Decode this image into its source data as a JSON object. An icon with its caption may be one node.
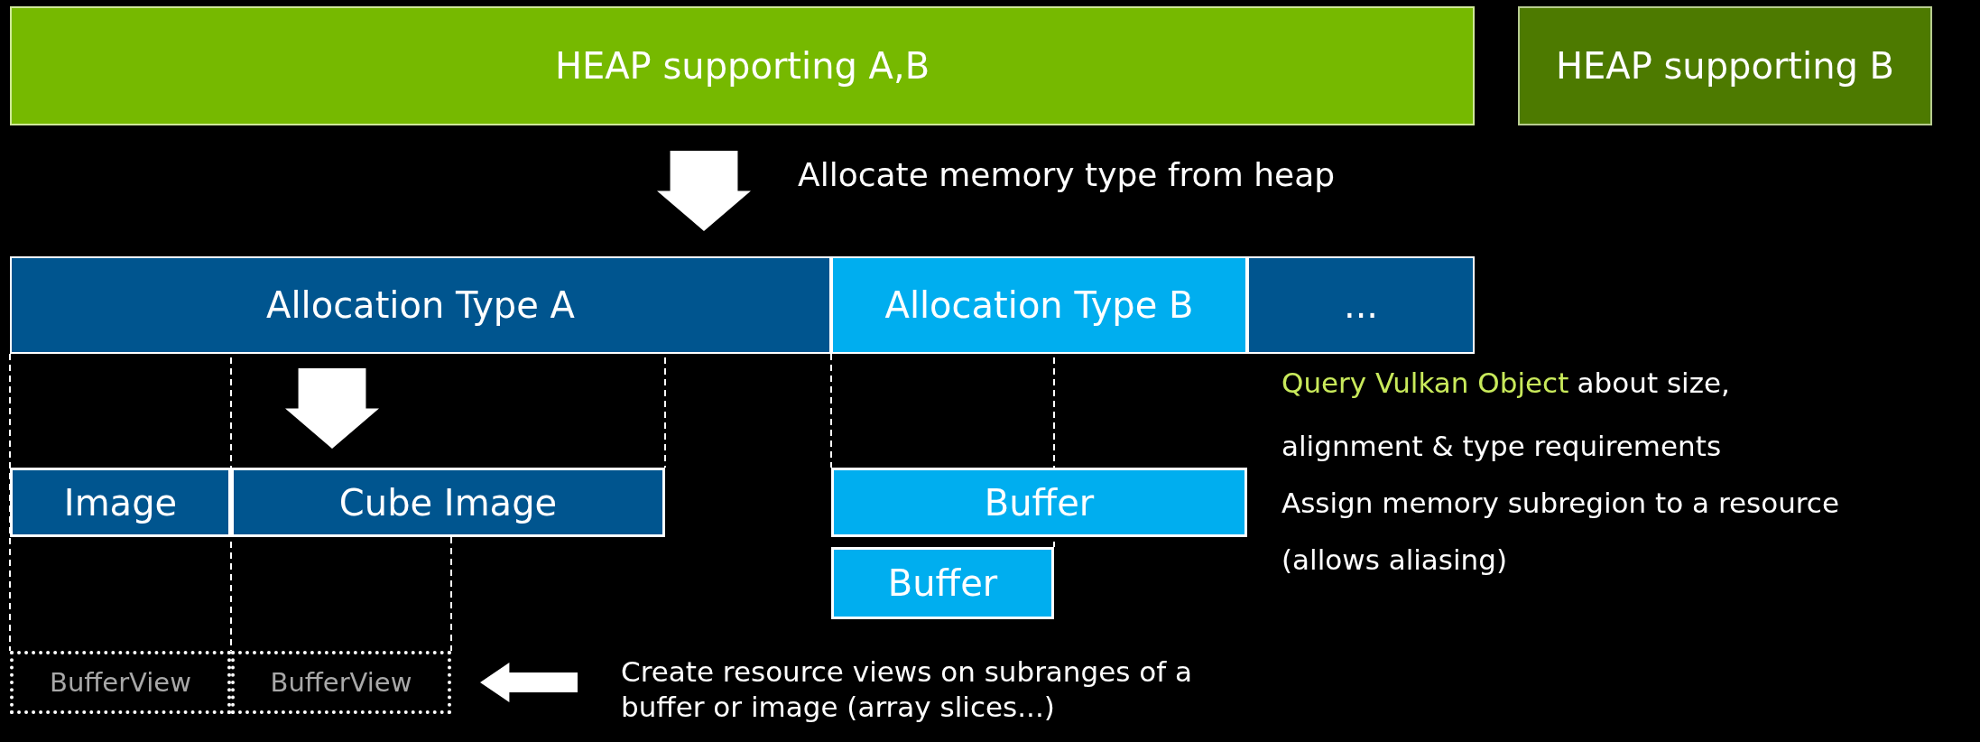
{
  "diagram": {
    "nodes": [
      {
        "text": [
          "HEAP supporting A,B"
        ]
      },
      {
        "text": [
          "HEAP supporting B"
        ]
      },
      {
        "text": [
          "Allocation Type A"
        ]
      },
      {
        "text": [
          "Allocation Type B"
        ]
      },
      {
        "text": [
          "..."
        ]
      },
      {
        "text": [
          "Image"
        ]
      },
      {
        "text": [
          "Cube Image"
        ]
      },
      {
        "text": [
          "Buffer"
        ]
      },
      {
        "text": [
          "Buffer"
        ]
      },
      {
        "text": [
          "BufferView"
        ]
      },
      {
        "text": [
          "BufferView"
        ]
      },
      {
        "text": [
          "Create resource views on subranges of a buffer or image (array slices...)"
        ]
      }
    ],
    "edges": [
      {
        "from": 0,
        "to": 2,
        "arrow": "to",
        "label": "Allocate memory type from heap"
      },
      {
        "from": 2,
        "to": 6,
        "arrow": "to"
      },
      {
        "from": 11,
        "to": 10,
        "arrow": "to"
      }
    ],
    "labels": [
      "Query Vulkan Object",
      "about size,",
      "alignment & type requirements",
      "Assign memory subregion to a resource",
      "(allows aliasing)"
    ]
  }
}
